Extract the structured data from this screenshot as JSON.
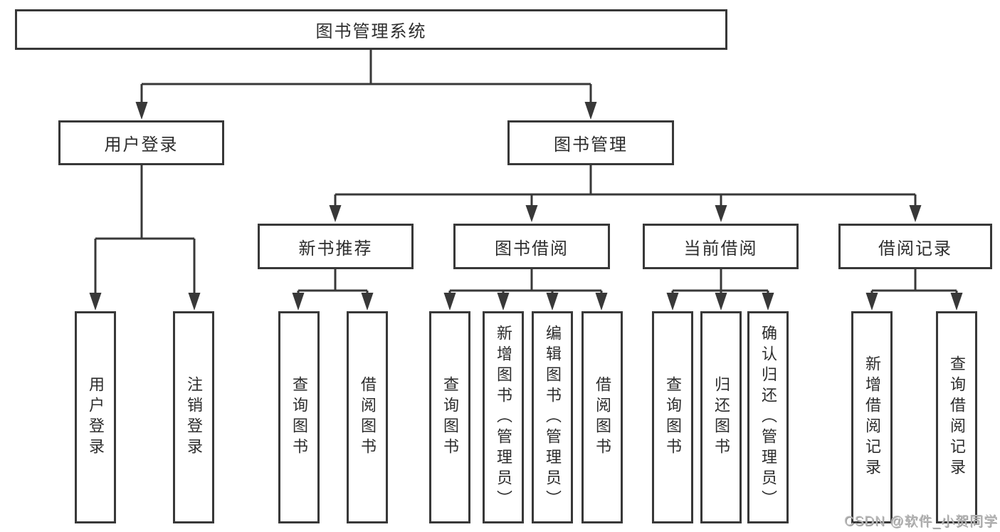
{
  "diagram": {
    "type": "tree",
    "title": "图书管理系统",
    "watermark": "CSDN @软件_小贺同学",
    "colors": {
      "line": "#383838",
      "border": "#383838",
      "text": "#2d2d2d",
      "background": "#ffffff",
      "watermark_text": "#b9b9b9"
    },
    "tree": {
      "label": "图书管理系统",
      "children": [
        {
          "label": "用户登录",
          "children": [
            {
              "label": "用户登录"
            },
            {
              "label": "注销登录"
            }
          ]
        },
        {
          "label": "图书管理",
          "children": [
            {
              "label": "新书推荐",
              "children": [
                {
                  "label": "查询图书"
                },
                {
                  "label": "借阅图书"
                }
              ]
            },
            {
              "label": "图书借阅",
              "children": [
                {
                  "label": "查询图书"
                },
                {
                  "label": "新增图书（管理员）"
                },
                {
                  "label": "编辑图书（管理员）"
                },
                {
                  "label": "借阅图书"
                }
              ]
            },
            {
              "label": "当前借阅",
              "children": [
                {
                  "label": "查询图书"
                },
                {
                  "label": "归还图书"
                },
                {
                  "label": "确认归还（管理员）"
                }
              ]
            },
            {
              "label": "借阅记录",
              "children": [
                {
                  "label": "新增借阅记录"
                },
                {
                  "label": "查询借阅记录"
                }
              ]
            }
          ]
        }
      ]
    }
  }
}
